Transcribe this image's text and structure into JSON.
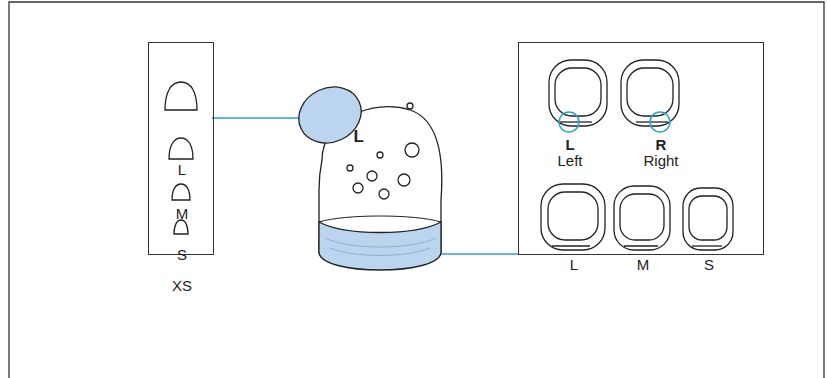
{
  "diagram": {
    "nodes": [
      {
        "text": [
          "L",
          "M",
          "S",
          "XS"
        ]
      },
      {
        "text": [
          "L",
          "Left",
          "R",
          "Right",
          "L",
          "M",
          "S"
        ]
      }
    ],
    "labels": [
      "L"
    ]
  }
}
